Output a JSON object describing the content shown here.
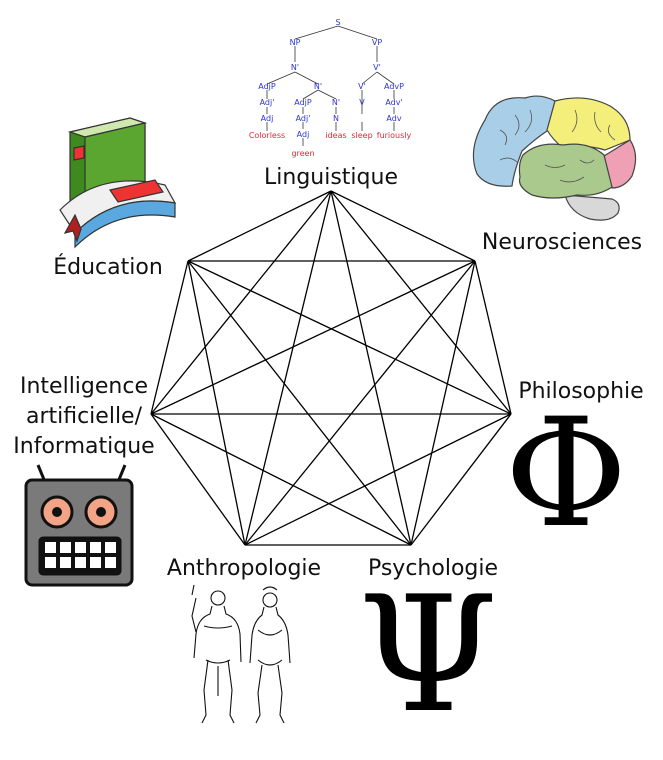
{
  "disciplines": [
    {
      "key": "linguistics",
      "label": "Linguistique"
    },
    {
      "key": "neuroscience",
      "label": "Neurosciences"
    },
    {
      "key": "philosophy",
      "label": "Philosophie"
    },
    {
      "key": "psychology",
      "label": "Psychologie"
    },
    {
      "key": "anthropology",
      "label": "Anthropologie"
    },
    {
      "key": "ai",
      "label_lines": [
        "Intelligence",
        "artificielle/",
        "Informatique"
      ]
    },
    {
      "key": "education",
      "label": "Éducation"
    }
  ],
  "symbols": {
    "philosophy": "Φ",
    "psychology": "Ψ"
  },
  "syntax_tree": {
    "s": "S",
    "np": "NP",
    "vp": "VP",
    "nbar": "N'",
    "vbar": "V'",
    "adjp1": "AdjP",
    "nbar2": "N'",
    "v_bar2": "V'",
    "advp": "AdvP",
    "adjbar1": "Adj'",
    "adjp2": "AdjP",
    "n_bar3": "N'",
    "v": "V",
    "advbar1": "Adv'",
    "adj1": "Adj",
    "adjbar2": "Adj'",
    "n": "N",
    "adv": "Adv",
    "adj2": "Adj",
    "w_colorless": "Colorless",
    "w_ideas": "ideas",
    "w_sleep": "sleep",
    "w_furiously": "furiously",
    "w_green": "green"
  },
  "colors": {
    "edge": "#000000",
    "brain_frontal": "#a9cfe8",
    "brain_parietal": "#f4ee7a",
    "brain_temporal": "#a9c98d",
    "brain_occipital": "#f0a0b4",
    "book_green": "#5aa630",
    "book_blue": "#5aa8e0",
    "robot_body": "#7a7a7a",
    "robot_eye": "#f4a486"
  }
}
